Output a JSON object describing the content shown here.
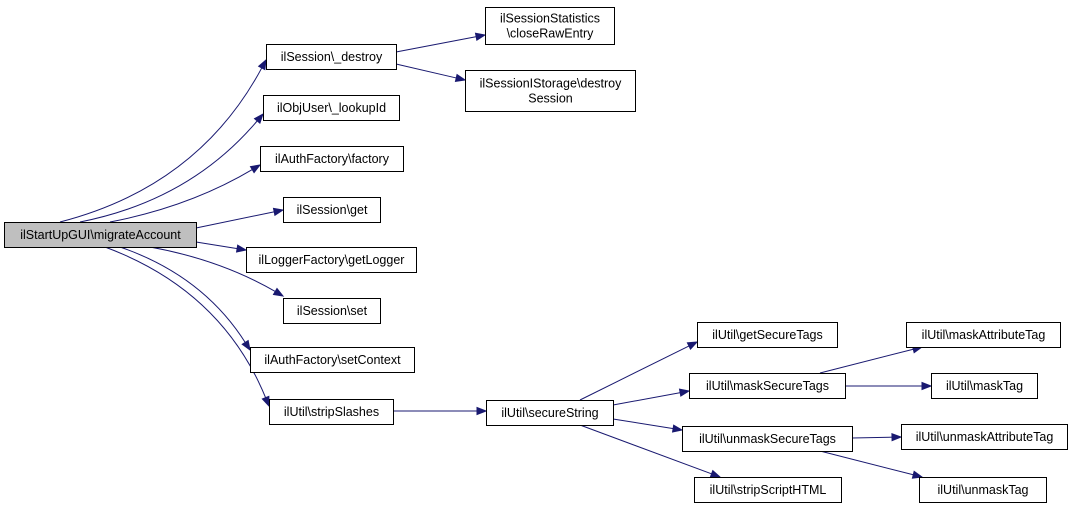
{
  "nodes": [
    {
      "id": "root",
      "lines": [
        "ilStartUpGUI\\migrateAccount"
      ],
      "root": true
    },
    {
      "id": "session_destroy",
      "lines": [
        "ilSession\\_destroy"
      ]
    },
    {
      "id": "obj_lookup",
      "lines": [
        "ilObjUser\\_lookupId"
      ]
    },
    {
      "id": "auth_factory",
      "lines": [
        "ilAuthFactory\\factory"
      ]
    },
    {
      "id": "session_get",
      "lines": [
        "ilSession\\get"
      ]
    },
    {
      "id": "logger",
      "lines": [
        "ilLoggerFactory\\getLogger"
      ]
    },
    {
      "id": "session_set",
      "lines": [
        "ilSession\\set"
      ]
    },
    {
      "id": "set_context",
      "lines": [
        "ilAuthFactory\\setContext"
      ]
    },
    {
      "id": "strip_slashes",
      "lines": [
        "ilUtil\\stripSlashes"
      ]
    },
    {
      "id": "stats_close",
      "lines": [
        "ilSessionStatistics",
        "\\closeRawEntry"
      ]
    },
    {
      "id": "storage_destroy",
      "lines": [
        "ilSessionIStorage\\destroy",
        "Session"
      ]
    },
    {
      "id": "secure_string",
      "lines": [
        "ilUtil\\secureString"
      ]
    },
    {
      "id": "get_secure_tags",
      "lines": [
        "ilUtil\\getSecureTags"
      ]
    },
    {
      "id": "mask_secure_tags",
      "lines": [
        "ilUtil\\maskSecureTags"
      ]
    },
    {
      "id": "unmask_secure_tags",
      "lines": [
        "ilUtil\\unmaskSecureTags"
      ]
    },
    {
      "id": "strip_script",
      "lines": [
        "ilUtil\\stripScriptHTML"
      ]
    },
    {
      "id": "mask_attr_tag",
      "lines": [
        "ilUtil\\maskAttributeTag"
      ]
    },
    {
      "id": "mask_tag",
      "lines": [
        "ilUtil\\maskTag"
      ]
    },
    {
      "id": "unmask_attr_tag",
      "lines": [
        "ilUtil\\unmaskAttributeTag"
      ]
    },
    {
      "id": "unmask_tag",
      "lines": [
        "ilUtil\\unmaskTag"
      ]
    }
  ],
  "edges": [
    {
      "from": "root",
      "to": "session_destroy"
    },
    {
      "from": "root",
      "to": "obj_lookup"
    },
    {
      "from": "root",
      "to": "auth_factory"
    },
    {
      "from": "root",
      "to": "session_get"
    },
    {
      "from": "root",
      "to": "logger"
    },
    {
      "from": "root",
      "to": "session_set"
    },
    {
      "from": "root",
      "to": "set_context"
    },
    {
      "from": "root",
      "to": "strip_slashes"
    },
    {
      "from": "session_destroy",
      "to": "stats_close"
    },
    {
      "from": "session_destroy",
      "to": "storage_destroy"
    },
    {
      "from": "strip_slashes",
      "to": "secure_string"
    },
    {
      "from": "secure_string",
      "to": "get_secure_tags"
    },
    {
      "from": "secure_string",
      "to": "mask_secure_tags"
    },
    {
      "from": "secure_string",
      "to": "unmask_secure_tags"
    },
    {
      "from": "secure_string",
      "to": "strip_script"
    },
    {
      "from": "mask_secure_tags",
      "to": "mask_attr_tag"
    },
    {
      "from": "mask_secure_tags",
      "to": "mask_tag"
    },
    {
      "from": "unmask_secure_tags",
      "to": "unmask_attr_tag"
    },
    {
      "from": "unmask_secure_tags",
      "to": "unmask_tag"
    }
  ],
  "colors": {
    "edge": "#191970",
    "root_fill": "#bfbfbf",
    "node_fill": "#ffffff",
    "node_border": "#000000"
  }
}
